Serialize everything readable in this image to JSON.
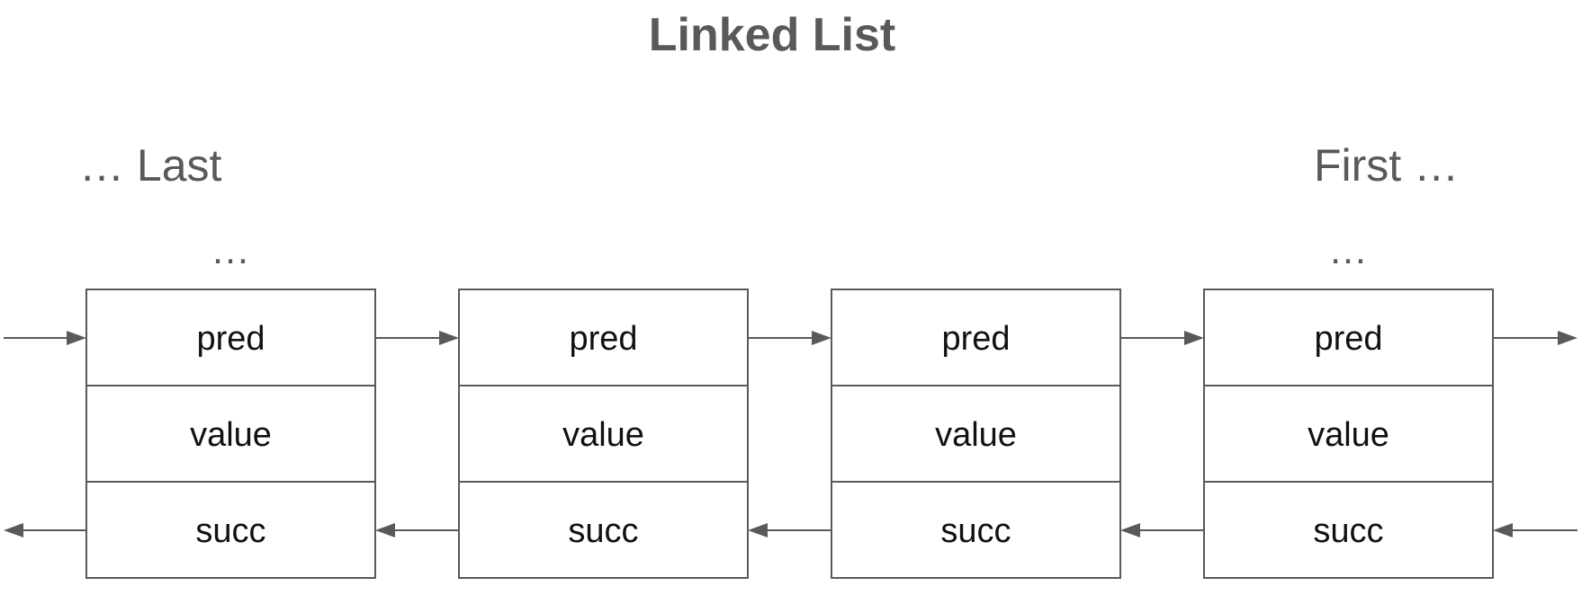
{
  "title": "Linked List",
  "left_label": "… Last",
  "right_label": "First …",
  "ellipsis": "…",
  "nodes": [
    {
      "fields": [
        "pred",
        "value",
        "succ"
      ]
    },
    {
      "fields": [
        "pred",
        "value",
        "succ"
      ]
    },
    {
      "fields": [
        "pred",
        "value",
        "succ"
      ]
    },
    {
      "fields": [
        "pred",
        "value",
        "succ"
      ]
    }
  ],
  "colors": {
    "stroke": "#595959",
    "label": "#595959",
    "text": "#111111"
  }
}
